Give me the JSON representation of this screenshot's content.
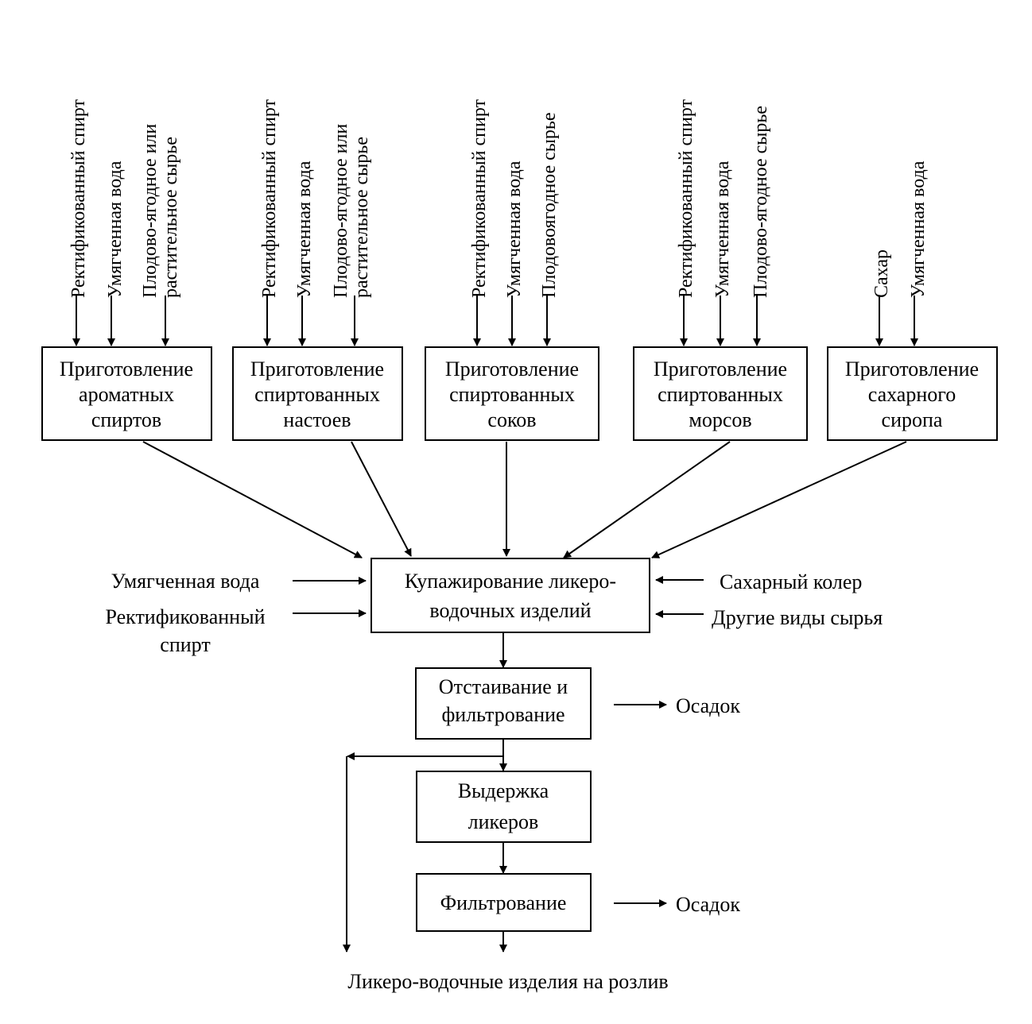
{
  "inputs": {
    "col1": [
      "Ректификованный спирт",
      "Умягченная вода",
      "Плодово-ягодное или",
      "растительное сырье"
    ],
    "col2": [
      "Ректификованный спирт",
      "Умягченная вода",
      "Плодово-ягодное или",
      "растительное сырье"
    ],
    "col3": [
      "Ректификованный спирт",
      "Умягченная вода",
      "Плодовоягодное сырье"
    ],
    "col4": [
      "Ректификованный спирт",
      "Умягченная вода",
      "Плодово-ягодное сырье"
    ],
    "col5": [
      "Сахар",
      "Умягченная вода"
    ]
  },
  "prep": [
    [
      "Приготовление",
      "ароматных",
      "спиртов"
    ],
    [
      "Приготовление",
      "спиртованных",
      "настоев"
    ],
    [
      "Приготовление",
      "спиртованных",
      "соков"
    ],
    [
      "Приготовление",
      "спиртованных",
      "морсов"
    ],
    [
      "Приготовление",
      "сахарного",
      "сиропа"
    ]
  ],
  "blend": [
    "Купажирование ликеро-",
    "водочных изделий"
  ],
  "side_inputs": {
    "left": [
      "Умягченная вода",
      "Ректификованный",
      "спирт"
    ],
    "right": [
      "Сахарный колер",
      "Другие виды сырья"
    ]
  },
  "settle": [
    "Отстаивание и",
    "фильтрование"
  ],
  "aging": [
    "Выдержка",
    "ликеров"
  ],
  "filter": [
    "Фильтрование"
  ],
  "sediment": [
    "Осадок",
    "Осадок"
  ],
  "output": "Ликеро-водочные изделия на розлив"
}
